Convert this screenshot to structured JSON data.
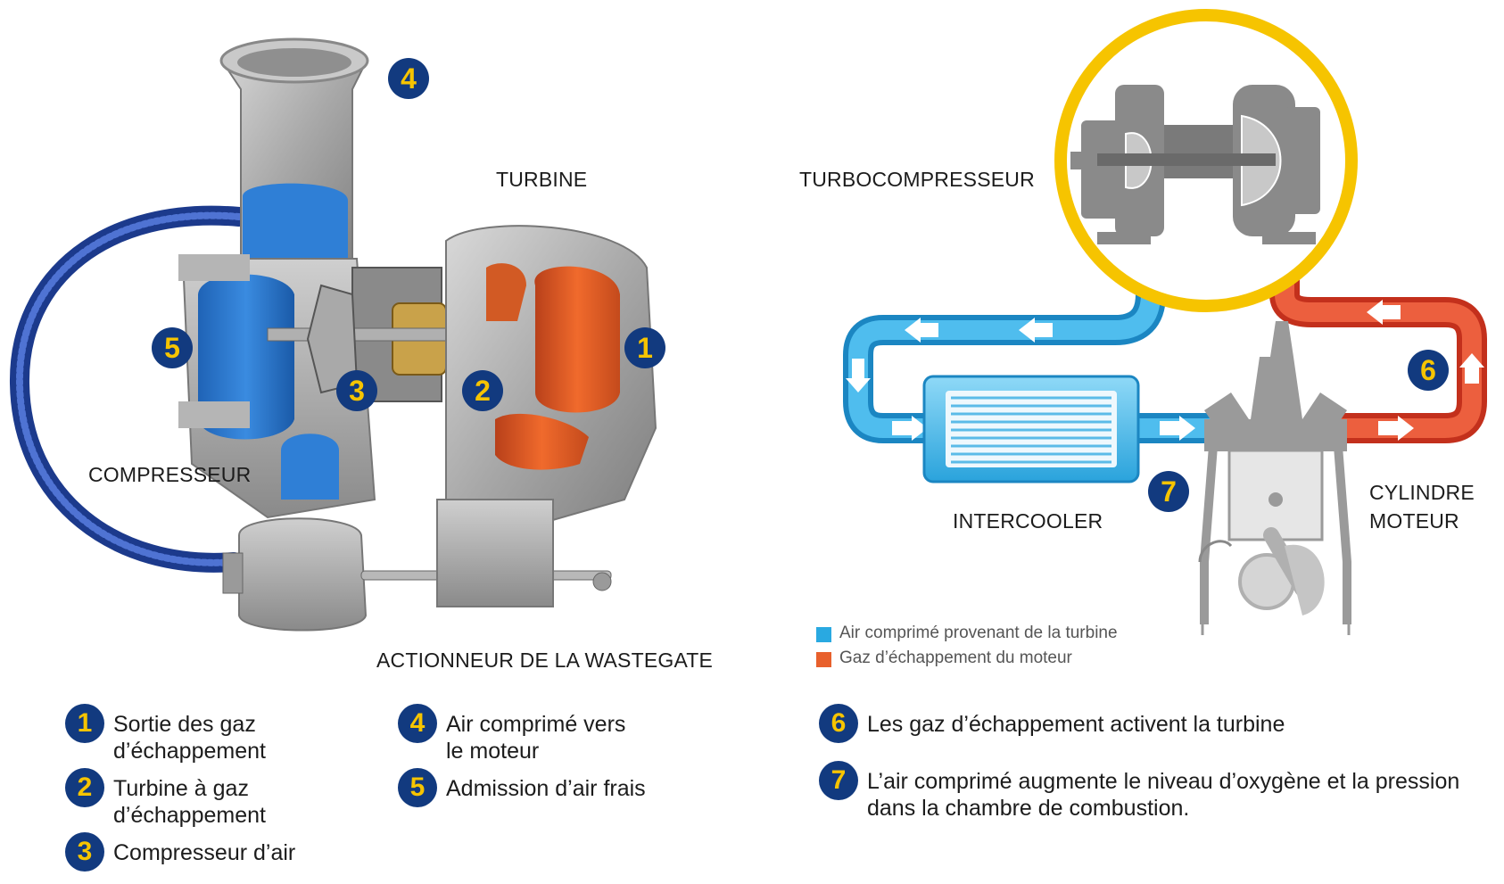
{
  "left_diagram": {
    "labels": {
      "turbine": "TURBINE",
      "compresseur": "COMPRESSEUR",
      "actionneur": "ACTIONNEUR DE LA WASTEGATE"
    },
    "markers": [
      "1",
      "2",
      "3",
      "4",
      "5"
    ]
  },
  "right_diagram": {
    "labels": {
      "turbocompresseur": "TURBOCOMPRESSEUR",
      "intercooler": "INTERCOOLER",
      "cylindre_line1": "CYLINDRE",
      "cylindre_line2": "MOTEUR"
    },
    "markers": [
      "6",
      "7"
    ],
    "key": [
      {
        "label": "Air comprimé provenant de la turbine",
        "color": "#29a9e1"
      },
      {
        "label": "Gaz d’échappement du moteur",
        "color": "#e8602c"
      }
    ]
  },
  "legend": [
    {
      "num": "1",
      "line1": "Sortie des gaz",
      "line2": "d’échappement"
    },
    {
      "num": "2",
      "line1": "Turbine à gaz",
      "line2": "d’échappement"
    },
    {
      "num": "3",
      "line1": "Compresseur d’air",
      "line2": ""
    },
    {
      "num": "4",
      "line1": "Air comprimé vers",
      "line2": "le moteur"
    },
    {
      "num": "5",
      "line1": "Admission d’air frais",
      "line2": ""
    },
    {
      "num": "6",
      "line1": "Les gaz d’échappement activent la turbine",
      "line2": ""
    },
    {
      "num": "7",
      "line1": "L’air comprimé augmente le niveau d’oxygène et la pression",
      "line2": "dans la chambre de combustion."
    }
  ],
  "colors": {
    "badge_bg": "#123a7f",
    "badge_text": "#f6c400",
    "air_blue": "#29a9e1",
    "exhaust_orange": "#e8602c",
    "ring_yellow": "#f6c400",
    "metal_gray": "#9a9a9a"
  }
}
